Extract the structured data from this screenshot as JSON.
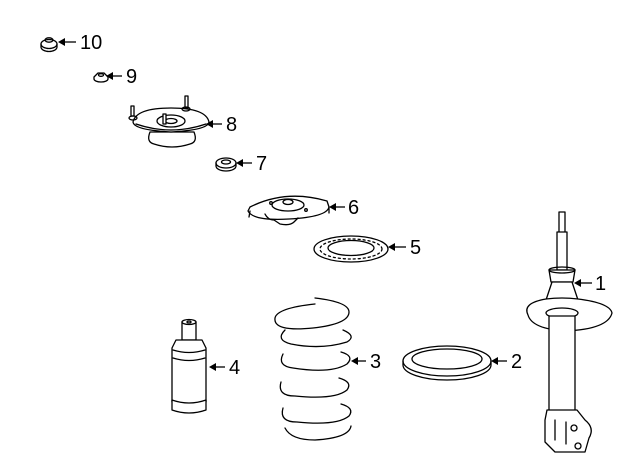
{
  "parts": [
    {
      "id": "strut",
      "number": "1"
    },
    {
      "id": "lower-insulator",
      "number": "2"
    },
    {
      "id": "coil-spring",
      "number": "3"
    },
    {
      "id": "bump-stop",
      "number": "4"
    },
    {
      "id": "upper-insulator",
      "number": "5"
    },
    {
      "id": "spring-seat",
      "number": "6"
    },
    {
      "id": "bearing",
      "number": "7"
    },
    {
      "id": "strut-mount",
      "number": "8"
    },
    {
      "id": "nut",
      "number": "9"
    },
    {
      "id": "cap",
      "number": "10"
    }
  ]
}
